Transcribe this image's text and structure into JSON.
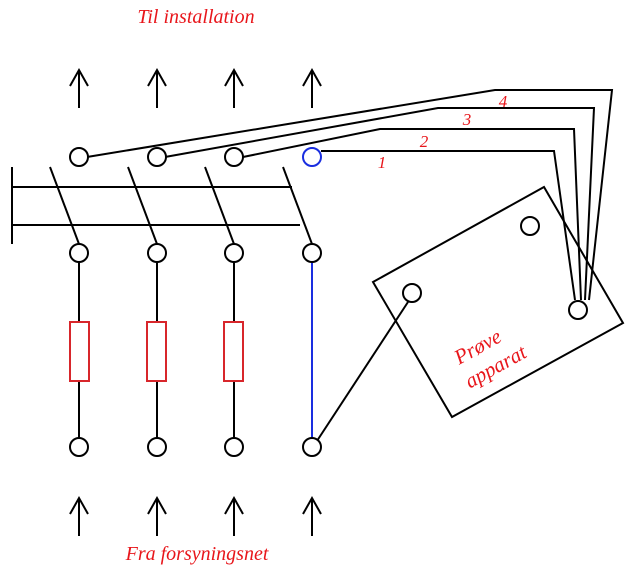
{
  "title_top": "Til installation",
  "title_bottom": "Fra forsyningsnet",
  "wire_numbers": [
    "1",
    "2",
    "3",
    "4"
  ],
  "device_label": [
    "Prøve",
    "apparat"
  ],
  "colors": {
    "label": "#e8161b",
    "fuse": "#d8262b",
    "highlight": "#1a2ee0",
    "line": "#000000"
  }
}
